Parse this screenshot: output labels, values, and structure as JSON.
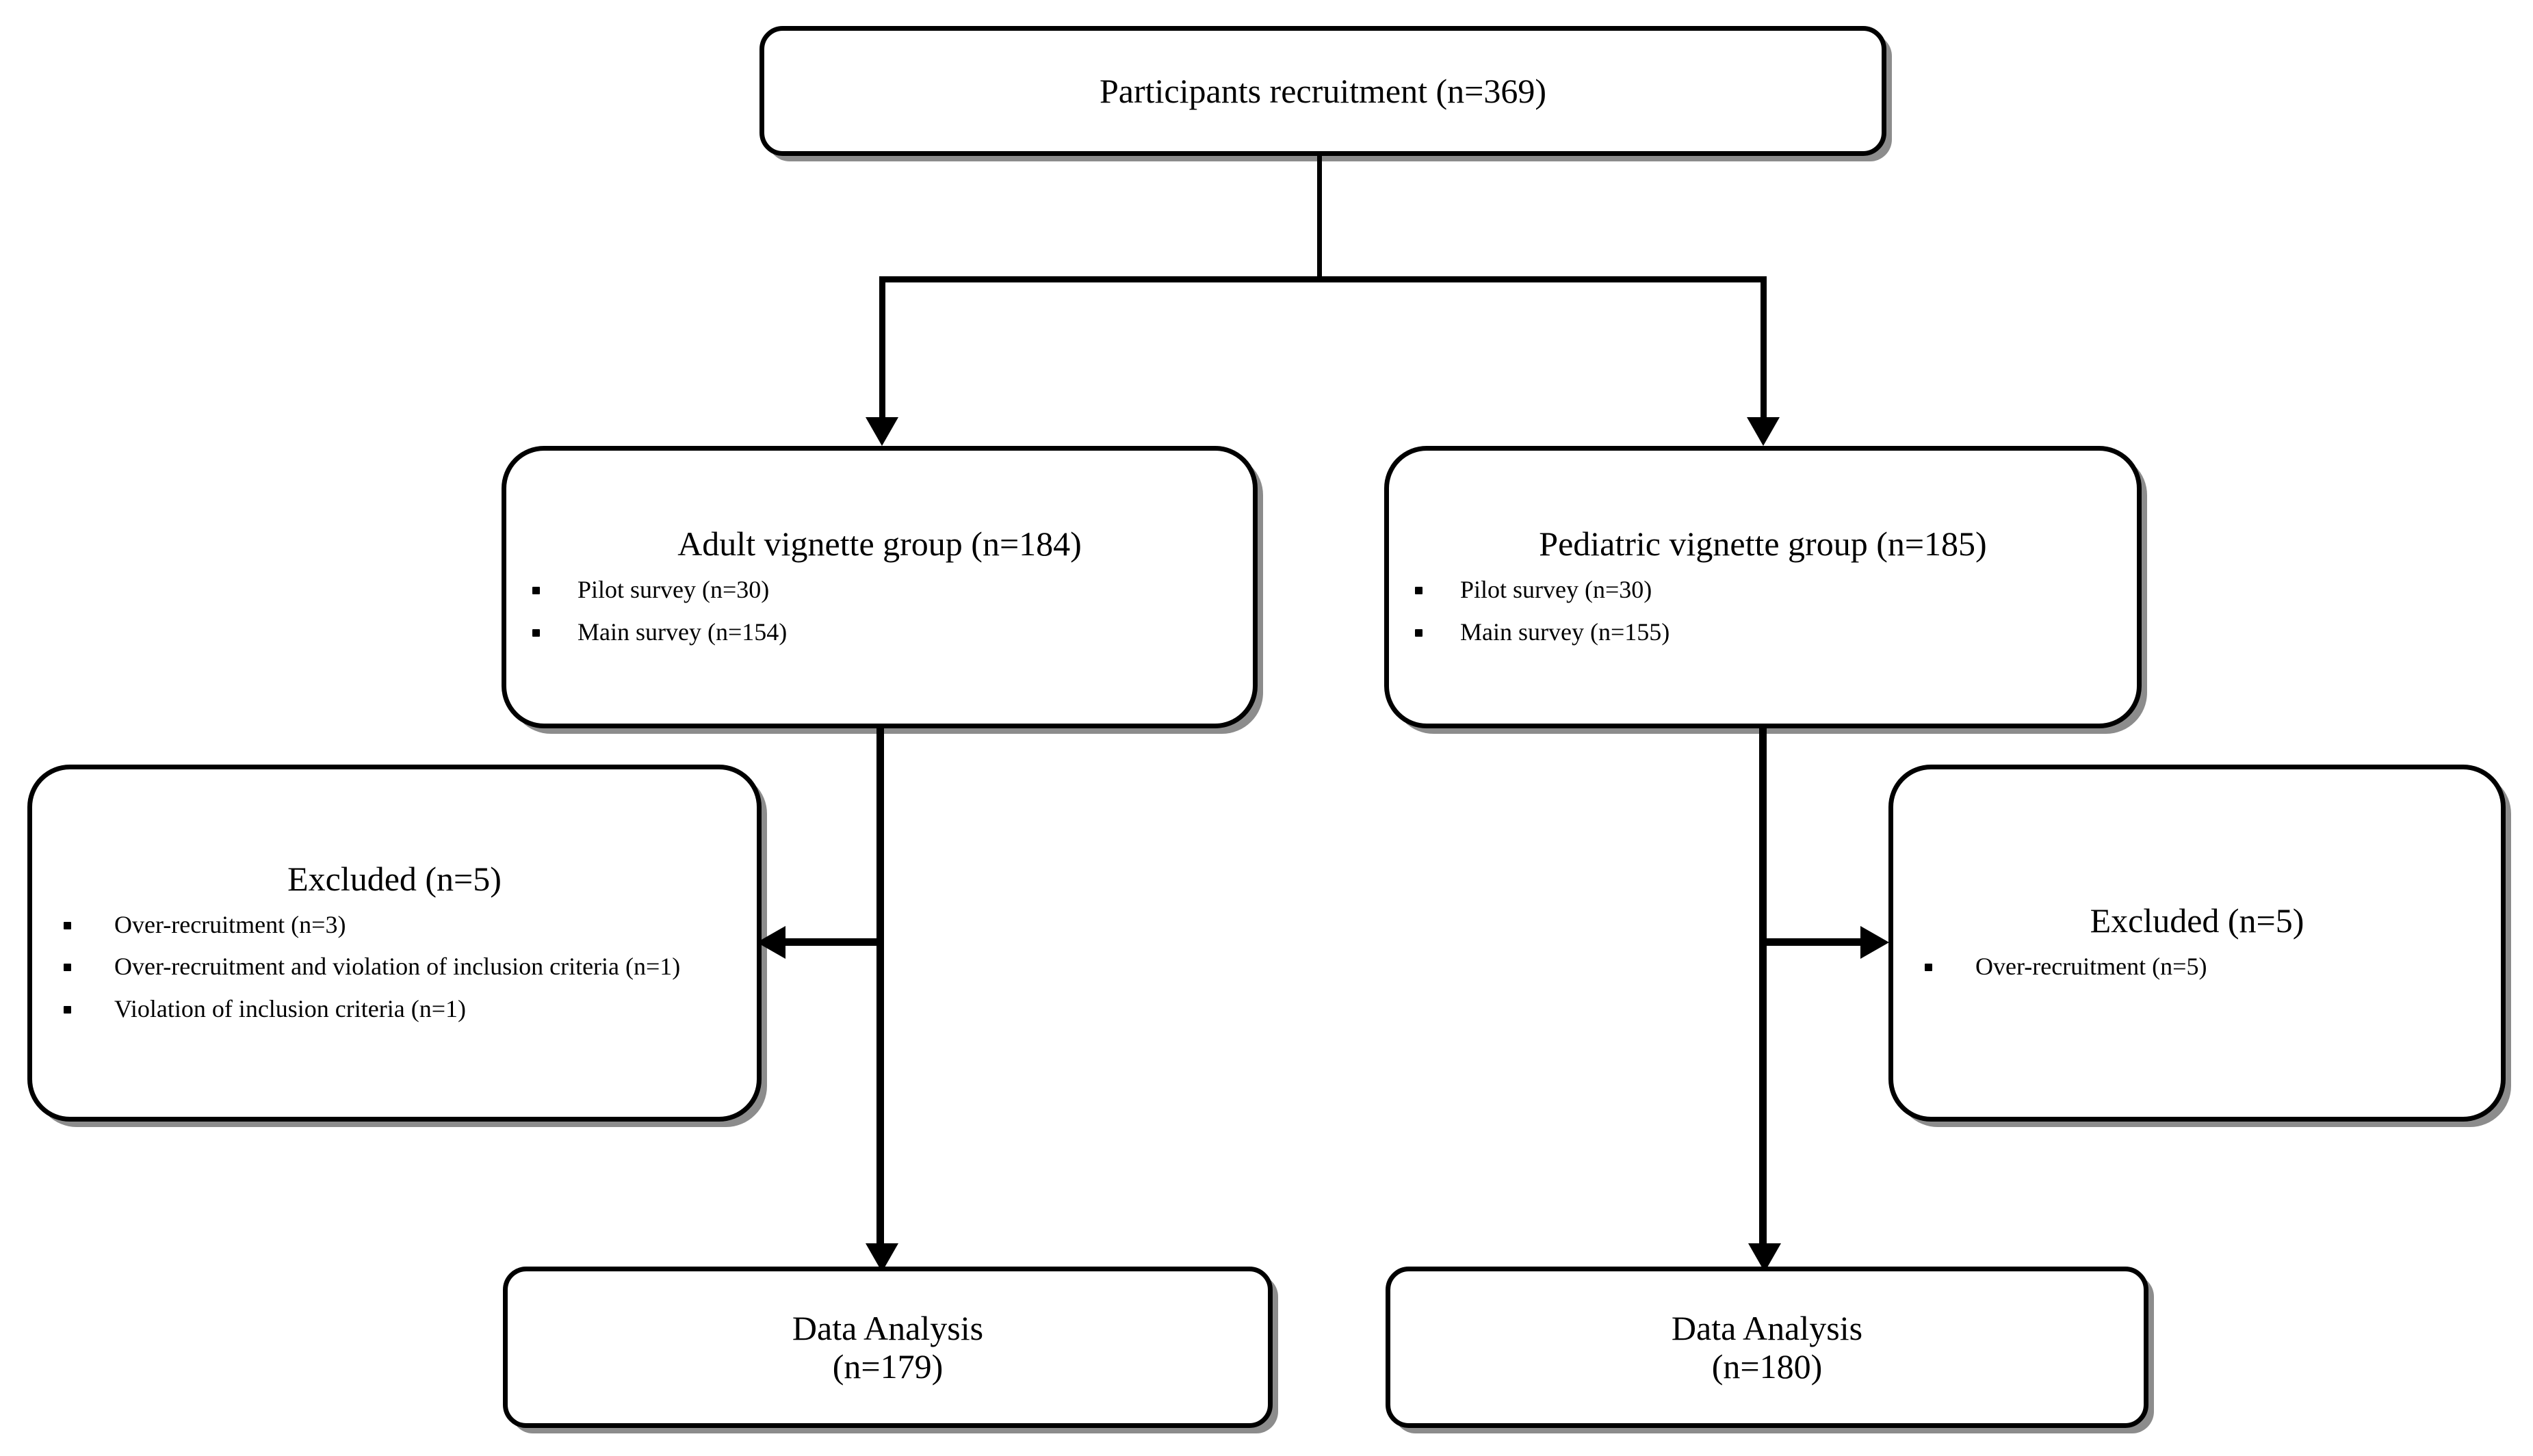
{
  "diagram": {
    "type": "flowchart",
    "title": "Participant flow diagram",
    "orientation": "top-down",
    "colors": {
      "stroke": "#000000",
      "fill": "#ffffff",
      "shadow": "#707070"
    }
  },
  "nodes": {
    "recruitment": {
      "title": "Participants recruitment (n=369)"
    },
    "adult_group": {
      "title": "Adult vignette group (n=184)",
      "bullets": [
        "Pilot survey (n=30)",
        "Main survey (n=154)"
      ]
    },
    "pediatric_group": {
      "title": "Pediatric vignette group (n=185)",
      "bullets": [
        "Pilot survey (n=30)",
        "Main survey (n=155)"
      ]
    },
    "adult_excluded": {
      "title": "Excluded (n=5)",
      "bullets": [
        "Over-recruitment (n=3)",
        "Over-recruitment and violation of inclusion criteria (n=1)",
        "Violation of inclusion criteria (n=1)"
      ]
    },
    "pediatric_excluded": {
      "title": "Excluded (n=5)",
      "bullets": [
        "Over-recruitment (n=5)"
      ]
    },
    "adult_analysis": {
      "line1": "Data Analysis",
      "line2": "(n=179)"
    },
    "pediatric_analysis": {
      "line1": "Data Analysis",
      "line2": "(n=180)"
    }
  },
  "edges": [
    {
      "from": "recruitment",
      "to": "adult_group",
      "style": "elbow-down-left",
      "arrow": "down"
    },
    {
      "from": "recruitment",
      "to": "pediatric_group",
      "style": "elbow-down-right",
      "arrow": "down"
    },
    {
      "from": "adult_group",
      "to": "adult_excluded",
      "style": "branch-left",
      "arrow": "left"
    },
    {
      "from": "adult_group",
      "to": "adult_analysis",
      "style": "straight-down",
      "arrow": "down"
    },
    {
      "from": "pediatric_group",
      "to": "pediatric_excluded",
      "style": "branch-right",
      "arrow": "right"
    },
    {
      "from": "pediatric_group",
      "to": "pediatric_analysis",
      "style": "straight-down",
      "arrow": "down"
    }
  ]
}
